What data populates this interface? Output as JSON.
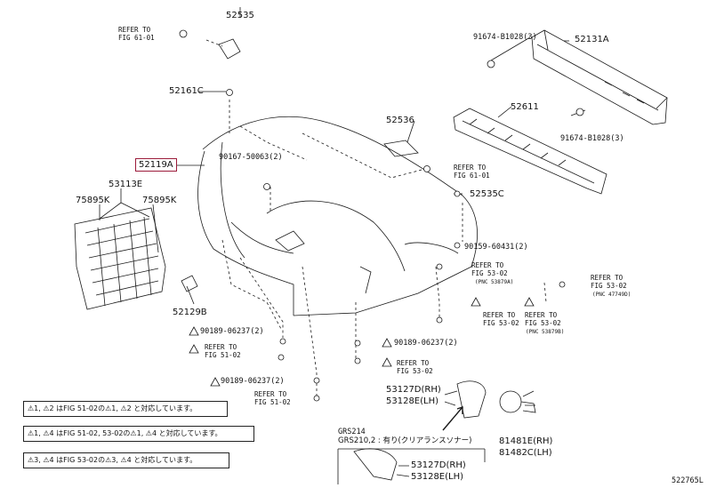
{
  "parts": {
    "p52535": "52535",
    "p52131A": "52131A",
    "p91674_top": "91674-B1028(3)",
    "p52161C": "52161C",
    "p52536": "52536",
    "p52611": "52611",
    "p91674_bot": "91674-B1028(3)",
    "p52119A": "52119A",
    "p90167": "90167-50063(2)",
    "p53113E": "53113E",
    "p75895K_l": "75895K",
    "p75895K_r": "75895K",
    "p52535C": "52535C",
    "p90159": "90159-60431(2)",
    "p52129B": "52129B",
    "p90189_a": "90189-06237(2)",
    "p90189_b": "90189-06237(2)",
    "p90189_c": "90189-06237(2)",
    "p53127D": "53127D(RH)",
    "p53128E": "53128E(LH)",
    "p81481E": "81481E(RH)",
    "p81482C": "81482C(LH)",
    "p53127D_b": "53127D(RH)",
    "p53128E_b": "53128E(LH)",
    "grs_a": "GRS214",
    "grs_b": "GRS210,2 : 有り(クリアランスソナー)"
  },
  "refs": {
    "r_fig6101_a": [
      "REFER TO",
      "FIG 61-01"
    ],
    "r_fig6101_b": [
      "REFER TO",
      "FIG 61-01"
    ],
    "r_fig5302_a": [
      "REFER TO",
      "FIG 53-02"
    ],
    "r_fig5302_a_sub": "(PNC 53879A)",
    "r_fig5302_b": [
      "REFER TO",
      "FIG 53-02"
    ],
    "r_fig5302_c": [
      "REFER TO",
      "FIG 53-02"
    ],
    "r_fig5302_c_sub": "(PNC 53879B)",
    "r_fig5302_d": [
      "REFER TO",
      "FIG 53-02"
    ],
    "r_fig5302_d_sub": "(PNC 47749D)",
    "r_fig5102_a": [
      "REFER TO",
      "FIG 51-02"
    ],
    "r_fig5302_e": [
      "REFER TO",
      "FIG 53-02"
    ],
    "r_fig5102_b": [
      "REFER TO",
      "FIG 51-02"
    ]
  },
  "notes": {
    "n1": "⚠1, ⚠2 はFIG 51-02の⚠1, ⚠2 と対応しています。",
    "n2": "⚠1, ⚠4 はFIG 51-02, 53-02の⚠1, ⚠4 と対応しています。",
    "n3": "⚠3, ⚠4 はFIG 53-02の⚠3, ⚠4 と対応しています。"
  },
  "diagram_code": "522765L",
  "colors": {
    "line": "#1a1a1a",
    "highlight": "#9b1b3a"
  }
}
